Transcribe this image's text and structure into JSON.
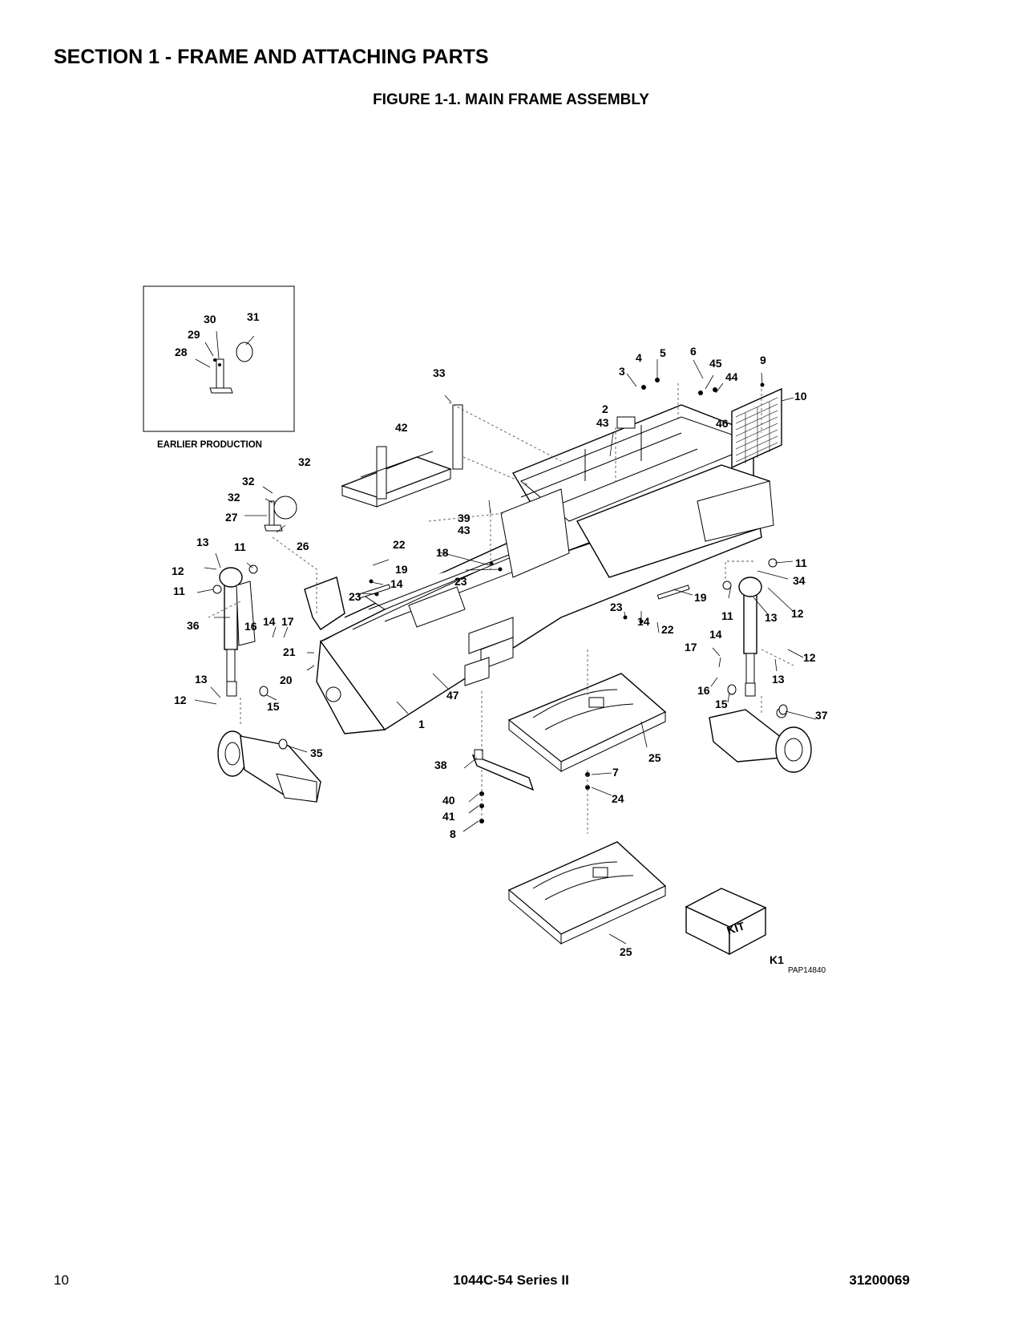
{
  "header": {
    "section_title": "SECTION 1 - FRAME AND ATTACHING PARTS",
    "figure_title": "FIGURE 1-1. MAIN FRAME ASSEMBLY"
  },
  "diagram": {
    "inset_caption": "EARLIER PRODUCTION",
    "drawing_number": "PAP14840",
    "kit_box_text": "KIT",
    "callouts": [
      "1",
      "2",
      "3",
      "4",
      "5",
      "6",
      "7",
      "8",
      "9",
      "10",
      "11",
      "12",
      "13",
      "14",
      "15",
      "16",
      "17",
      "18",
      "19",
      "20",
      "21",
      "22",
      "23",
      "24",
      "25",
      "26",
      "27",
      "28",
      "29",
      "30",
      "31",
      "32",
      "33",
      "34",
      "35",
      "36",
      "37",
      "38",
      "39",
      "40",
      "41",
      "42",
      "43",
      "44",
      "45",
      "46",
      "47",
      "K1"
    ]
  },
  "footer": {
    "page_number": "10",
    "model": "1044C-54 Series II",
    "doc_number": "31200069"
  }
}
